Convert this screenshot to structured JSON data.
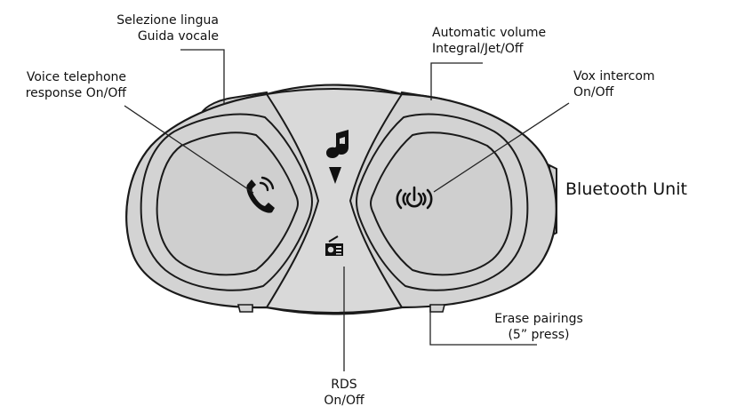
{
  "labels": {
    "selezione": {
      "line1": "Selezione lingua",
      "line2": "Guida vocale"
    },
    "automatic_volume": {
      "line1": "Automatic volume",
      "line2": "Integral/Jet/Off"
    },
    "voice_telephone": {
      "line1": "Voice telephone",
      "line2": "response On/Off"
    },
    "vox_intercom": {
      "line1": "Vox intercom",
      "line2": "On/Off"
    },
    "bluetooth_unit": "Bluetooth Unit",
    "erase_pairings": {
      "line1": "Erase pairings",
      "line2": "(5” press)"
    },
    "rds": {
      "line1": "RDS",
      "line2": "On/Off"
    }
  },
  "icons": {
    "phone": "phone-icon",
    "vox": "vox-power-icon",
    "music": "music-note-icon",
    "down": "down-triangle-icon",
    "radio": "radio-icon"
  },
  "colors": {
    "device_fill": "#d3d3d3",
    "device_stroke": "#1a1a1a",
    "icon": "#111111"
  }
}
